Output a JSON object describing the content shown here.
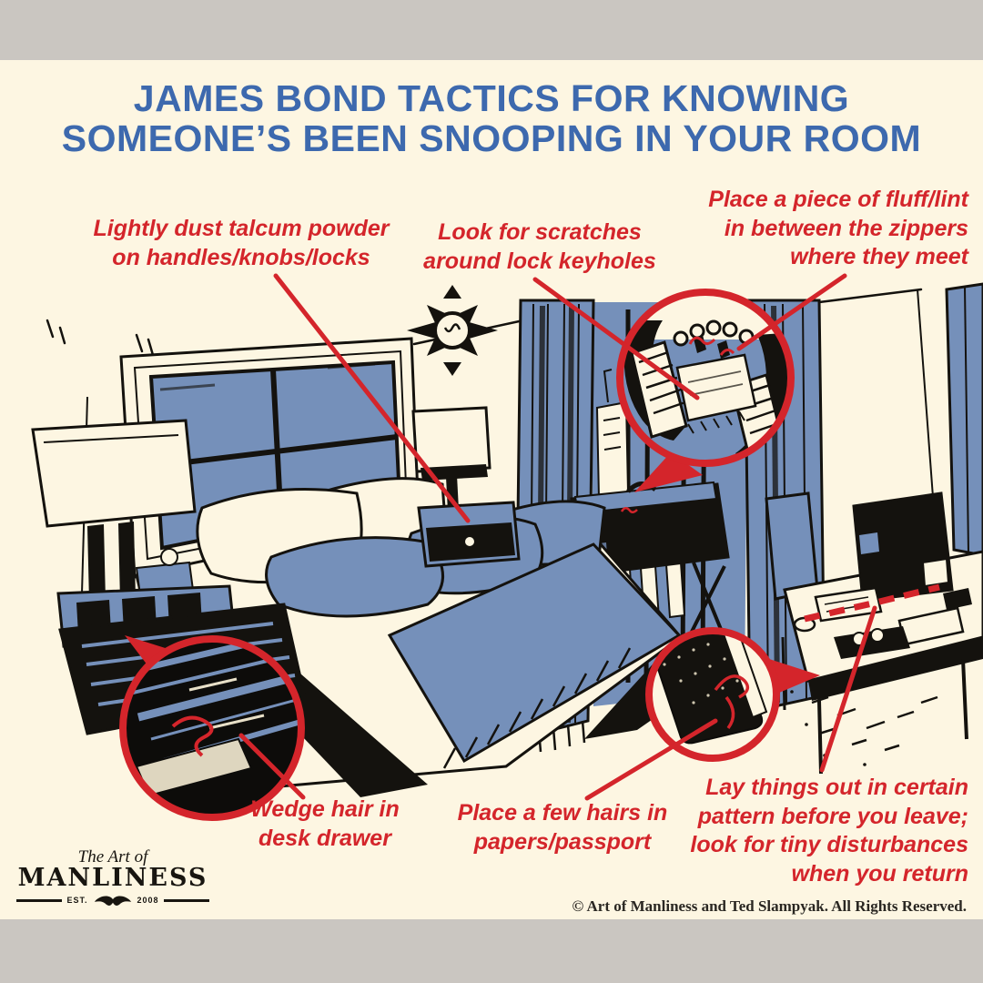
{
  "title": {
    "line1": "JAMES BOND TACTICS FOR KNOWING",
    "line2": "SOMEONE’S BEEN SNOOPING IN YOUR ROOM"
  },
  "annotations": {
    "talcum": {
      "text": "Lightly dust talcum powder\non handles/knobs/locks"
    },
    "scratches": {
      "text": "Look for scratches\naround lock keyholes"
    },
    "lint": {
      "text": "Place a piece of fluff/lint\nin between the zippers\nwhere they meet"
    },
    "hair_drawer": {
      "text": "Wedge hair in\ndesk drawer"
    },
    "hairs_papers": {
      "text": "Place a few hairs in\npapers/passport"
    },
    "pattern": {
      "text": "Lay things out in certain\npattern before you leave;\nlook for tiny disturbances\nwhen you return"
    }
  },
  "logo": {
    "tagline": "The Art of",
    "name": "MANLINESS",
    "est": "EST.",
    "year": "2008"
  },
  "footer": {
    "copyright": "© Art of Manliness and Ted Slampyak. All Rights Reserved."
  },
  "colors": {
    "accent_red": "#d4252b",
    "title_blue": "#3d69ae",
    "illustration_blue": "#7590ba",
    "ink_black": "#14120e",
    "panel_cream": "#fdf6e2",
    "frame_gray": "#cac6c1"
  }
}
